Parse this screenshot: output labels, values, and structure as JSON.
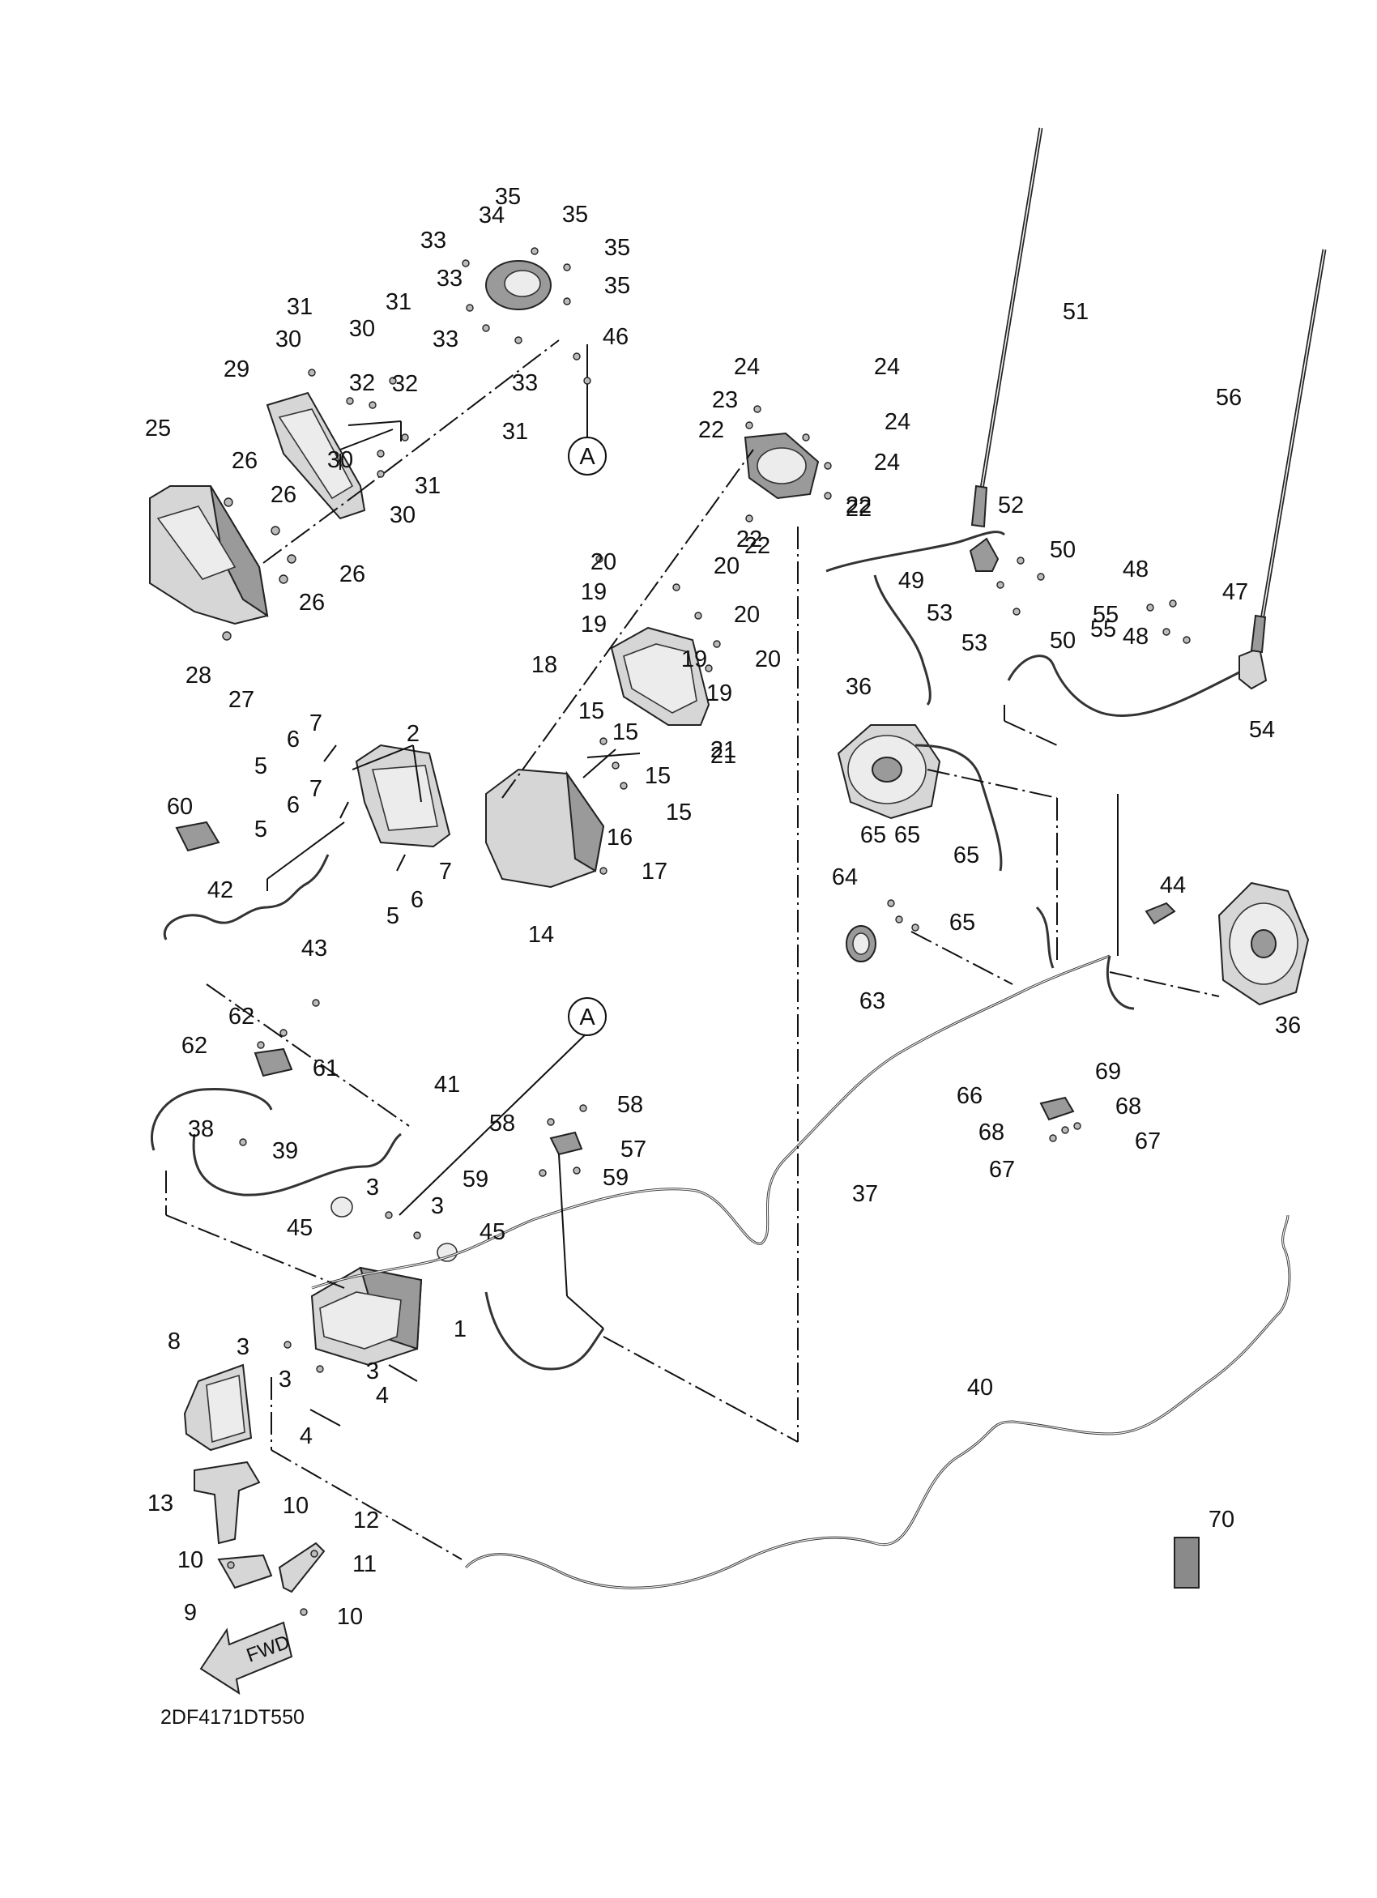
{
  "drawing_code": "2DF4171DT550",
  "fwd_label": "FWD",
  "reference_marks": [
    "A",
    "A"
  ],
  "callouts": [
    "1",
    "2",
    "3",
    "3",
    "3",
    "3",
    "3",
    "4",
    "4",
    "5",
    "5",
    "5",
    "6",
    "6",
    "6",
    "7",
    "7",
    "7",
    "8",
    "9",
    "10",
    "10",
    "10",
    "11",
    "12",
    "13",
    "14",
    "15",
    "15",
    "15",
    "15",
    "16",
    "17",
    "18",
    "19",
    "19",
    "19",
    "19",
    "20",
    "20",
    "20",
    "20",
    "21",
    "21",
    "22",
    "22",
    "22",
    "22",
    "22",
    "23",
    "24",
    "24",
    "24",
    "24",
    "25",
    "26",
    "26",
    "26",
    "26",
    "27",
    "28",
    "29",
    "30",
    "30",
    "30",
    "30",
    "31",
    "31",
    "31",
    "31",
    "32",
    "32",
    "33",
    "33",
    "33",
    "33",
    "34",
    "35",
    "35",
    "35",
    "35",
    "36",
    "36",
    "37",
    "38",
    "39",
    "40",
    "41",
    "42",
    "43",
    "44",
    "45",
    "45",
    "46",
    "47",
    "48",
    "48",
    "49",
    "50",
    "50",
    "51",
    "52",
    "53",
    "53",
    "54",
    "55",
    "55",
    "56",
    "57",
    "58",
    "58",
    "59",
    "59",
    "60",
    "61",
    "62",
    "62",
    "63",
    "64",
    "65",
    "65",
    "65",
    "65",
    "66",
    "67",
    "67",
    "68",
    "68",
    "69",
    "70"
  ]
}
